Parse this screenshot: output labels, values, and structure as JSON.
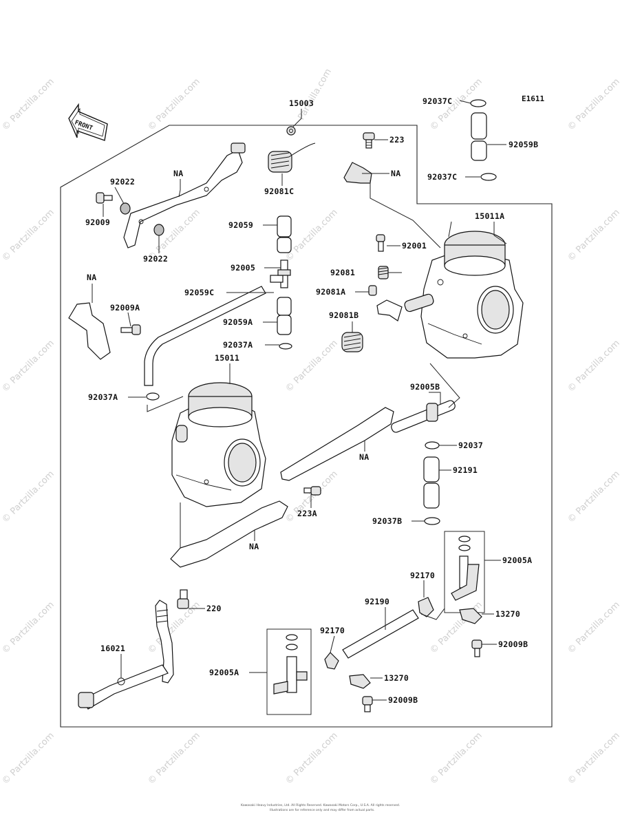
{
  "diagram_code": "E1611",
  "front_label": "FRONT",
  "watermark": "© Partzilla.com",
  "watermark_top": "Partzilla.com",
  "footer_line1": "Kawasaki Heavy Industries, Ltd. All Rights Reserved. Kawasaki Motors Corp., U.S.A. All rights reserved.",
  "footer_line2": "Illustrations are for reference only and may differ from actual parts.",
  "parts": {
    "p15003": "15003",
    "p92037C_top": "92037C",
    "p92059B": "92059B",
    "p92037C_mid": "92037C",
    "p223": "223",
    "na_bracket": "NA",
    "p92081C": "92081C",
    "na_link": "NA",
    "p92022_top": "92022",
    "p92009": "92009",
    "p92022_bot": "92022",
    "p15011A": "15011A",
    "p92059": "92059",
    "p92001": "92001",
    "p92005": "92005",
    "p92081": "92081",
    "na_left": "NA",
    "p92059C": "92059C",
    "p92081A": "92081A",
    "p92009A": "92009A",
    "p92081B": "92081B",
    "p92059A": "92059A",
    "p92037A_mid": "92037A",
    "p15011": "15011",
    "p92037A_left": "92037A",
    "p92005B": "92005B",
    "p92037": "92037",
    "na_plate": "NA",
    "p92191": "92191",
    "p223A": "223A",
    "p92037B": "92037B",
    "na_bottom": "NA",
    "p92005A_right": "92005A",
    "p92170_right": "92170",
    "p220": "220",
    "p92190": "92190",
    "p13270_right": "13270",
    "p16021": "16021",
    "p92170_left": "92170",
    "p92009B_right": "92009B",
    "p92005A_left": "92005A",
    "p13270_left": "13270",
    "p92009B_left": "92009B"
  }
}
